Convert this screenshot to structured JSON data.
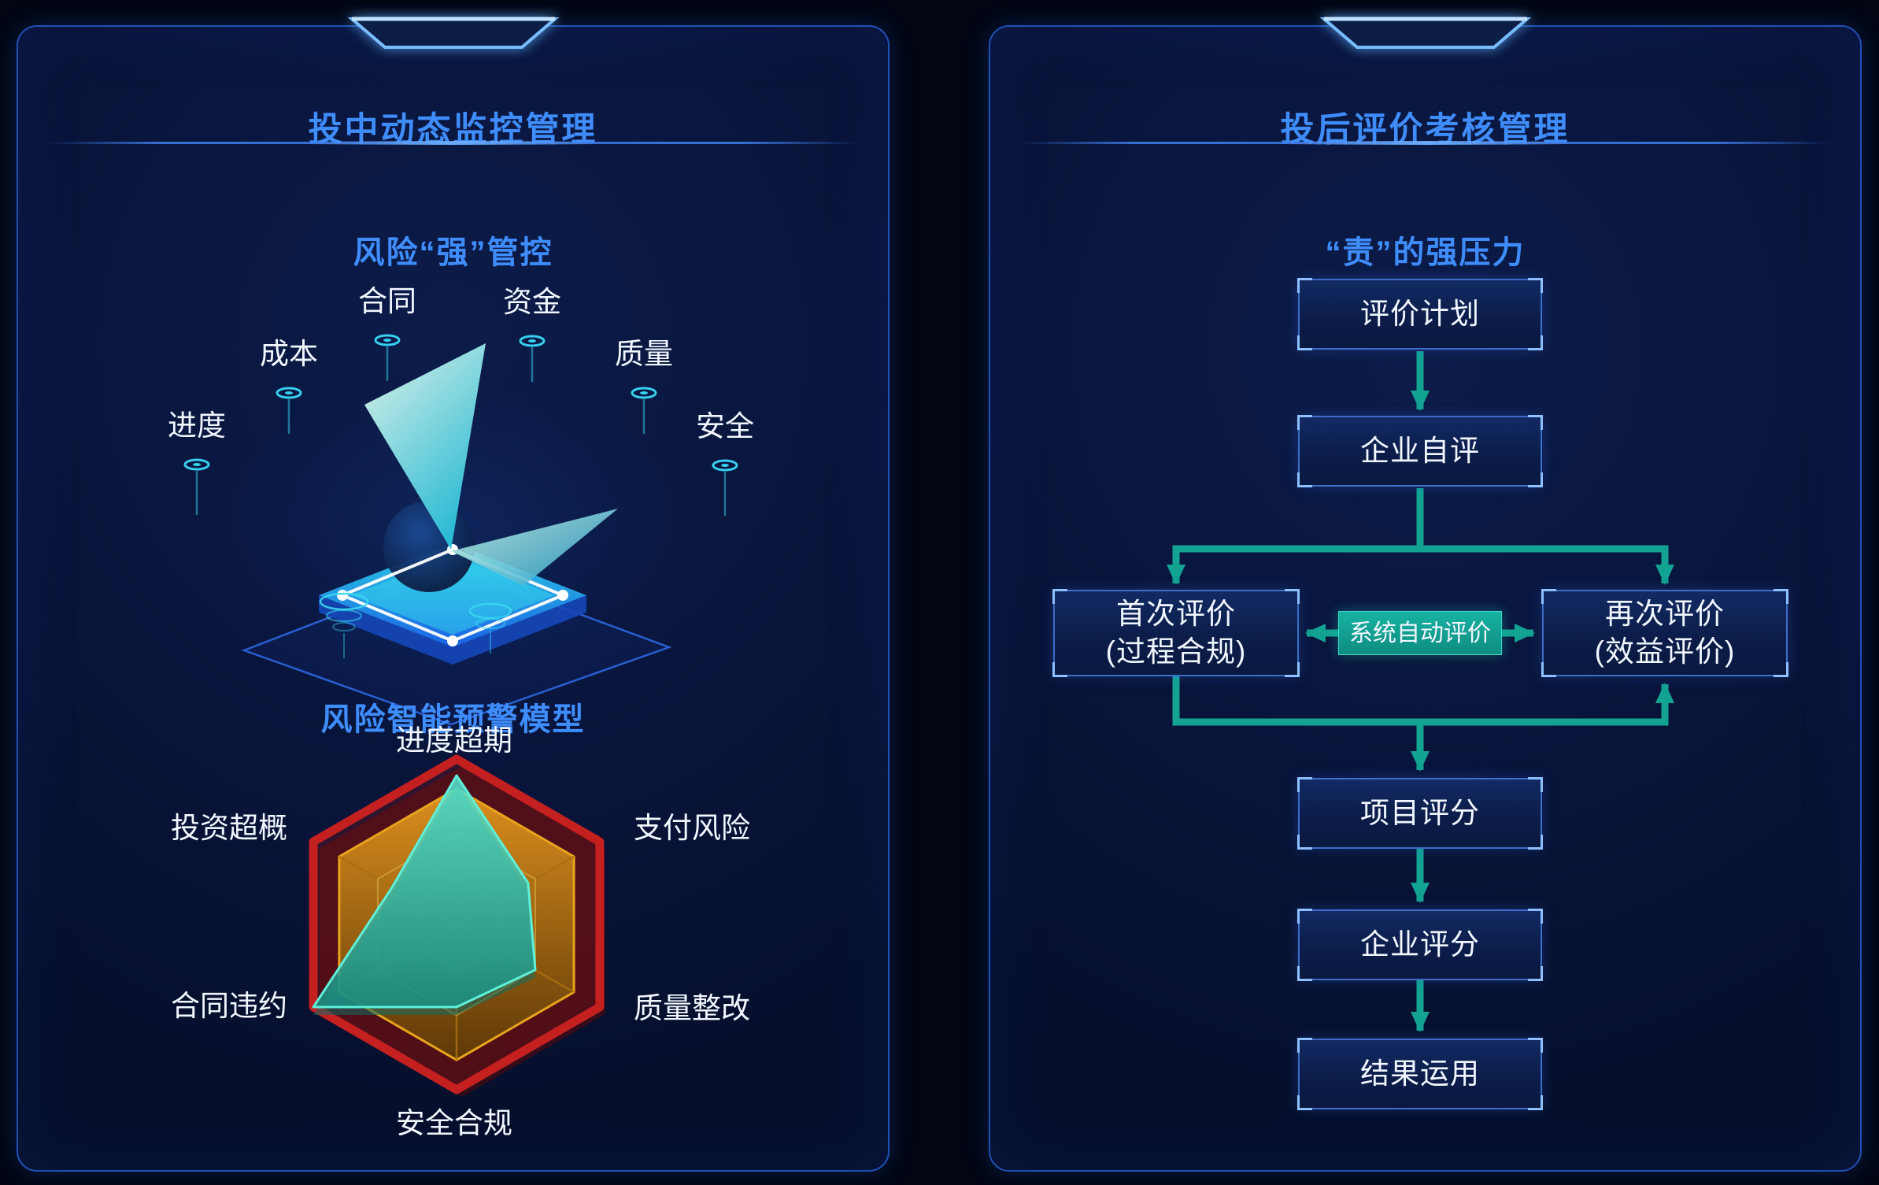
{
  "theme": {
    "accent_blue": "#3f8dfc",
    "teal_arrow": "#13a392",
    "radar_red": "#c42020",
    "radar_orange": "#e89a1e",
    "panel_border": "#2050b4",
    "text_light": "#f2f7ff"
  },
  "left_panel": {
    "title": "投中动态监控管理",
    "subtitle": "风险“强”管控",
    "monitor_labels": [
      "合同",
      "资金",
      "成本",
      "质量",
      "进度",
      "安全"
    ],
    "model_caption": "风险智能预警模型"
  },
  "right_panel": {
    "title": "投后评价考核管理",
    "subtitle": "“责”的强压力",
    "flow": {
      "step1": "评价计划",
      "step2": "企业自评",
      "first_eval_line1": "首次评价",
      "first_eval_line2": "(过程合规)",
      "system_auto": "系统自动评价",
      "second_eval_line1": "再次评价",
      "second_eval_line2": "(效益评价)",
      "step3": "项目评分",
      "step4": "企业评分",
      "step5": "结果运用"
    }
  },
  "chart_data": {
    "type": "radar",
    "title": "风险智能预警模型",
    "axes": [
      "进度超期",
      "支付风险",
      "质量整改",
      "安全合规",
      "合同违约",
      "投资超概"
    ],
    "series": [
      {
        "name": "teal-risk-polygon",
        "color": "#2ec4b6",
        "values": [
          0.9,
          0.5,
          0.55,
          0.5,
          1.0,
          0.45
        ]
      },
      {
        "name": "orange-threshold-band",
        "color": "#e89a1e",
        "values": [
          0.82,
          0.82,
          0.82,
          0.82,
          0.82,
          0.82
        ]
      }
    ],
    "range": [
      0,
      1
    ],
    "grid_rings": [
      0.28,
      0.55
    ],
    "legend": "none"
  }
}
